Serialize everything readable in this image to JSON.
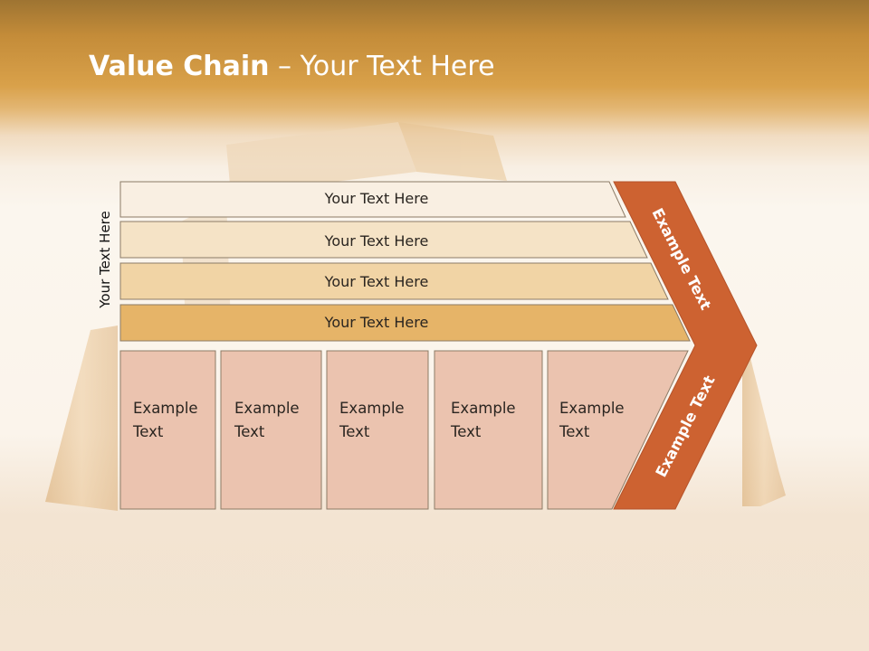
{
  "slide": {
    "title_bold": "Value Chain",
    "title_rest": " – Your Text Here",
    "side_label": "Your Text Here"
  },
  "support_activities": [
    {
      "label": "Your Text Here",
      "color": "#f9efe2"
    },
    {
      "label": "Your Text Here",
      "color": "#f5e3c6"
    },
    {
      "label": "Your Text Here",
      "color": "#f1d4a5"
    },
    {
      "label": "Your Text Here",
      "color": "#e6b468"
    }
  ],
  "primary_activities": [
    {
      "line1": "Example",
      "line2": "Text"
    },
    {
      "line1": "Example",
      "line2": "Text"
    },
    {
      "line1": "Example",
      "line2": "Text"
    },
    {
      "line1": "Example",
      "line2": "Text"
    },
    {
      "line1": "Example",
      "line2": "Text"
    }
  ],
  "margin_chevron": {
    "top_label": "Example Text",
    "bottom_label": "Example Text",
    "color": "#cd6231"
  },
  "colors": {
    "primary_box_fill": "#ebc3af",
    "outline": "#8c7b66"
  }
}
